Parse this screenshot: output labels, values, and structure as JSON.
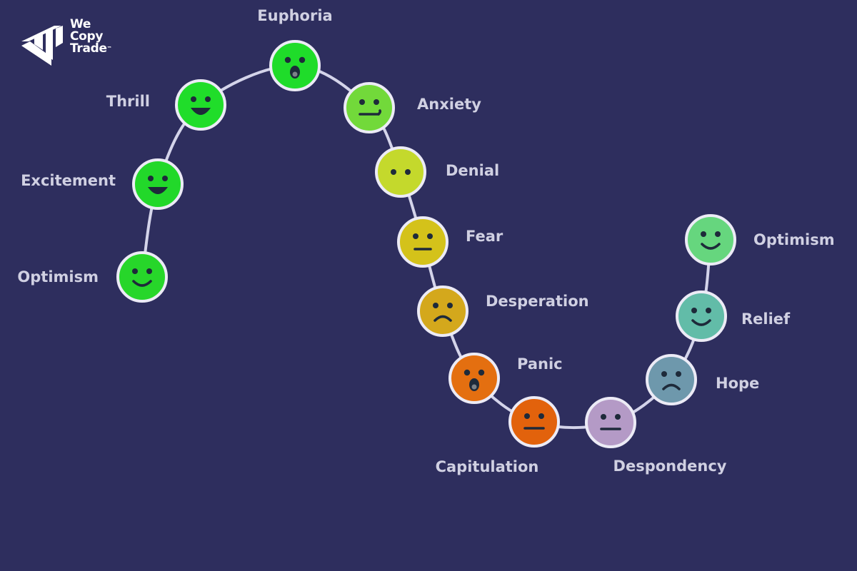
{
  "brand": {
    "line1": "We",
    "line2": "Copy",
    "line3": "Trade",
    "trademark": "™"
  },
  "colors": {
    "background": "#2e2e5e",
    "curve": "#d4d4ea",
    "label": "#d0d0e2",
    "face_outline": "#ecebf6",
    "face_feature": "#1e2a3a"
  },
  "stages": [
    {
      "label": "Optimism",
      "color": "#27d62a",
      "expression": "smile"
    },
    {
      "label": "Excitement",
      "color": "#22d82a",
      "expression": "grin"
    },
    {
      "label": "Thrill",
      "color": "#20dd2a",
      "expression": "grin"
    },
    {
      "label": "Euphoria",
      "color": "#1fdc2a",
      "expression": "shock"
    },
    {
      "label": "Anxiety",
      "color": "#72d93a",
      "expression": "smirk"
    },
    {
      "label": "Denial",
      "color": "#c4d92c",
      "expression": "blank"
    },
    {
      "label": "Fear",
      "color": "#d4c21a",
      "expression": "worried"
    },
    {
      "label": "Desperation",
      "color": "#d4a81c",
      "expression": "frown"
    },
    {
      "label": "Panic",
      "color": "#e46f10",
      "expression": "shock"
    },
    {
      "label": "Capitulation",
      "color": "#e2620c",
      "expression": "flat"
    },
    {
      "label": "Despondency",
      "color": "#b49ac6",
      "expression": "flat"
    },
    {
      "label": "Hope",
      "color": "#6e98ac",
      "expression": "frown"
    },
    {
      "label": "Relief",
      "color": "#62bca8",
      "expression": "smile"
    },
    {
      "label": "Optimism",
      "color": "#66d67e",
      "expression": "smile"
    }
  ]
}
